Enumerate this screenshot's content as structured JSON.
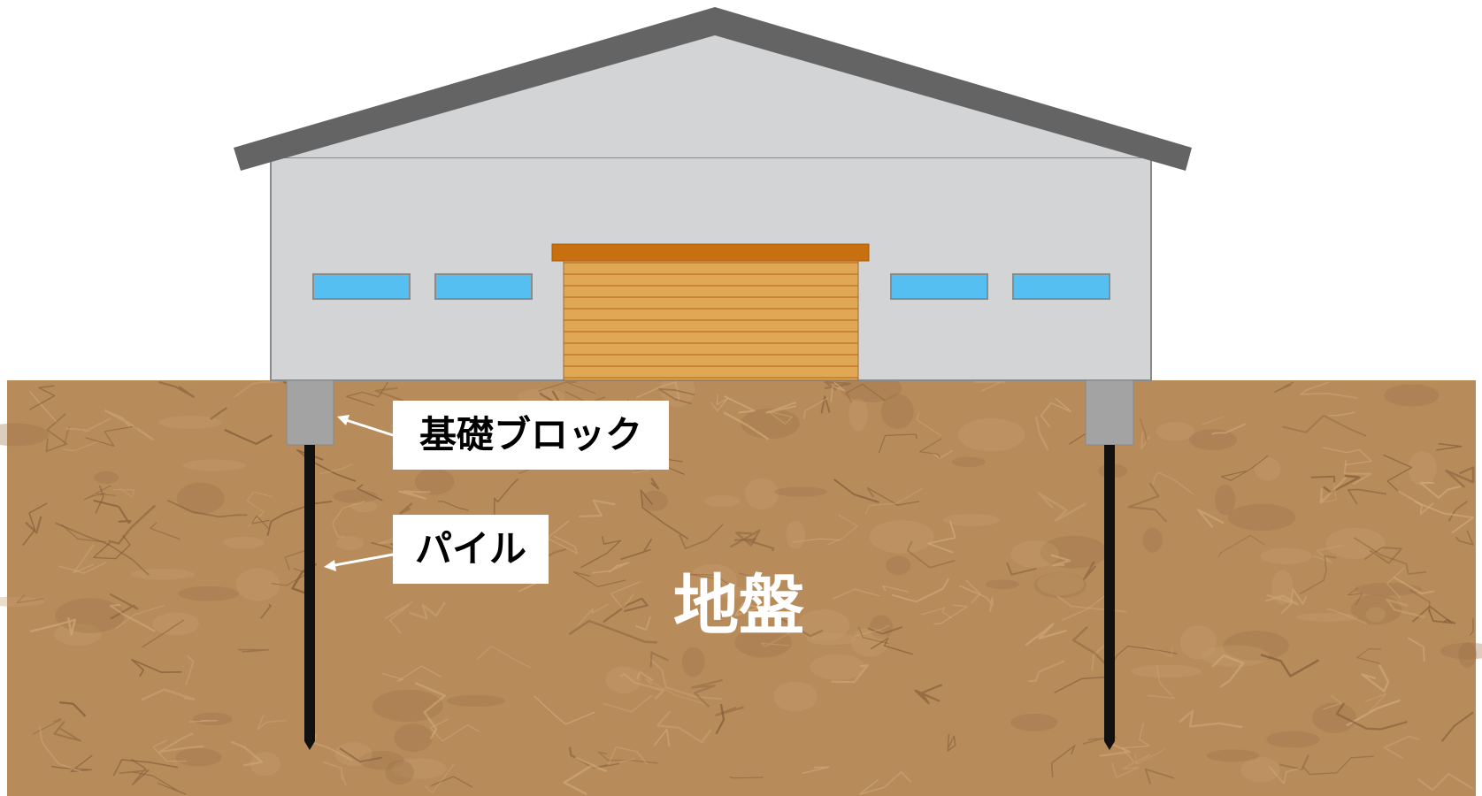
{
  "labels": {
    "foundation_block": "基礎ブロック",
    "pile": "パイル",
    "ground": "地盤"
  },
  "colors": {
    "roof": "#646464",
    "wall": "#d3d4d6",
    "window": "#55bff1",
    "shutter_header": "#c8700f",
    "shutter": "#e0a755",
    "soil": "#b88b5b",
    "foundation_block": "#a3a3a3",
    "pile": "#111111"
  },
  "icons": {
    "windows": "window-icon",
    "shutter": "shutter-door-icon"
  }
}
